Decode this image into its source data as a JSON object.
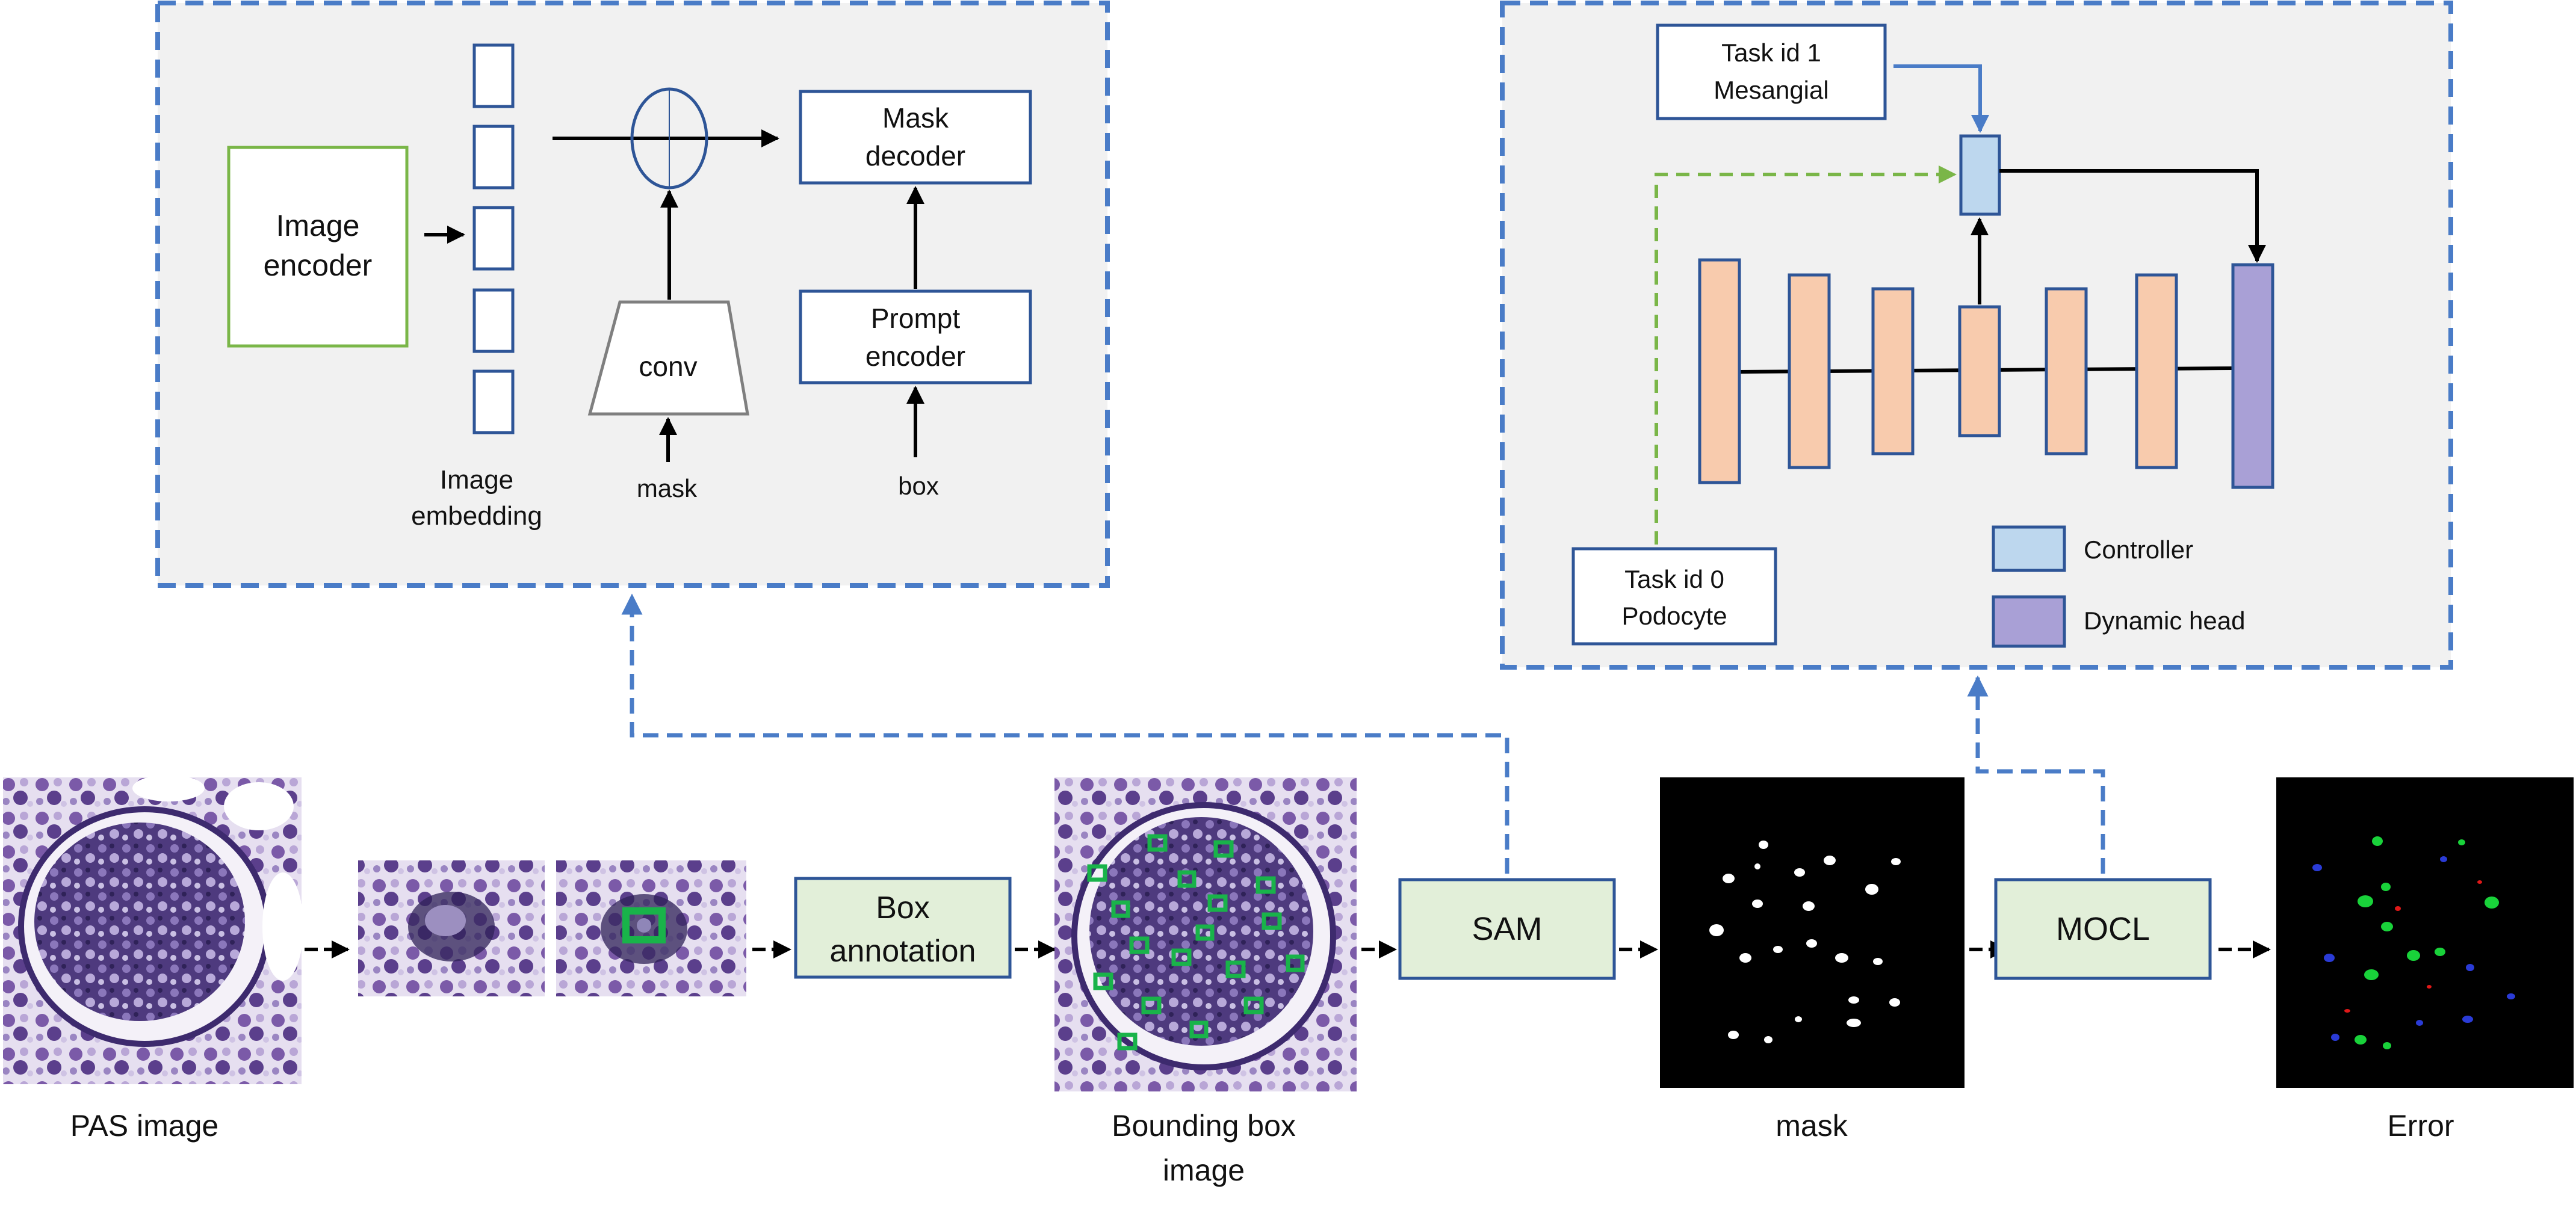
{
  "sam_panel": {
    "image_encoder": [
      "Image",
      "encoder"
    ],
    "image_embedding": [
      "Image",
      "embedding"
    ],
    "conv": "conv",
    "mask_input": "mask",
    "mask_decoder": [
      "Mask",
      "decoder"
    ],
    "prompt_encoder": [
      "Prompt",
      "encoder"
    ],
    "box_input": "box"
  },
  "mocl_panel": {
    "task1": [
      "Task id 1",
      "Mesangial"
    ],
    "task0": [
      "Task id 0",
      "Podocyte"
    ],
    "legend_controller": "Controller",
    "legend_dynamic_head": "Dynamic head"
  },
  "pipeline": {
    "pas_image": "PAS image",
    "box_annotation": [
      "Box",
      "annotation"
    ],
    "bbox_image": [
      "Bounding box",
      "image"
    ],
    "sam": "SAM",
    "mask": "mask",
    "mocl": "MOCL",
    "error": "Error"
  },
  "colors": {
    "panel_border": "#4a7cc7",
    "panel_bg": "#f1f1f1",
    "box_stroke": "#2e5597",
    "encoder_green": "#7ab648",
    "green_fill": "#e2efd9",
    "orange_fill": "#f8cbad",
    "controller_fill": "#bdd7ee",
    "dynamic_head_fill": "#a9a0d6",
    "pas_purple": "#6b4a9b"
  }
}
